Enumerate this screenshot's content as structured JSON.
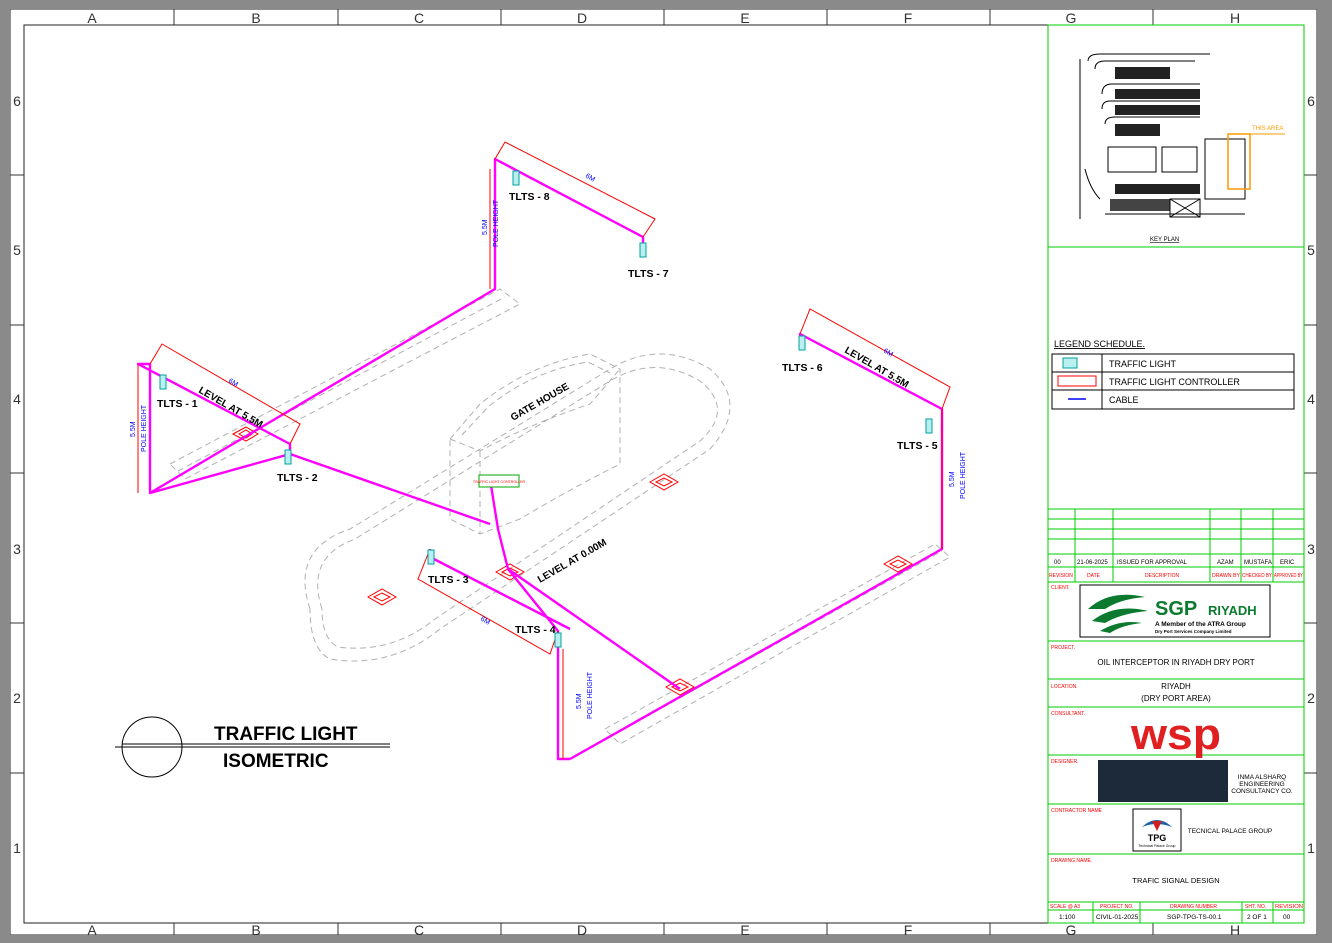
{
  "grid": {
    "columns": [
      "A",
      "B",
      "C",
      "D",
      "E",
      "F",
      "G",
      "H"
    ],
    "rows": [
      "6",
      "5",
      "4",
      "3",
      "2",
      "1"
    ]
  },
  "drawing": {
    "title_line1": "TRAFFIC LIGHT",
    "title_line2": "ISOMETRIC",
    "gate_house": "GATE HOUSE",
    "level_000": "LEVEL AT 0.00M",
    "level_55_a": "LEVEL AT 5.5M",
    "level_55_b": "LEVEL AT 5.5M",
    "controller": "TRAFFIC LIGHT CONTROLLER",
    "pole_labels": [
      "TLTS - 1",
      "TLTS - 2",
      "TLTS - 3",
      "TLTS - 4",
      "TLTS - 5",
      "TLTS - 6",
      "TLTS - 7",
      "TLTS - 8"
    ],
    "dim_6m": "6M",
    "dim_55": "5.5M",
    "pole_height": "POLE HEIGHT"
  },
  "key_plan": {
    "label": "KEY PLAN",
    "this_area": "THIS AREA"
  },
  "legend": {
    "title": "LEGEND SCHEDULE.",
    "items": [
      "TRAFFIC LIGHT",
      "TRAFFIC LIGHT CONTROLLER",
      "CABLE"
    ]
  },
  "revision": {
    "rev": "00",
    "date": "21-06-2025",
    "description": "ISSUED FOR APPROVAL",
    "drawn": "AZAM",
    "checked": "MUSTAFA",
    "approved": "ERIC",
    "headers": [
      "REVISION",
      "DATE",
      "DESCRIPTION",
      "DRAWN BY",
      "CHECKED BY",
      "APPROVED BY"
    ]
  },
  "client": {
    "label": "CLIENT.",
    "brand": "SGP",
    "brand_city": "RIYADH",
    "tagline1": "A Member of the ATRA Group",
    "tagline2": "Dry Port Services Company Limited"
  },
  "project": {
    "label": "PROJECT.",
    "value": "OIL INTERCEPTOR IN RIYADH DRY PORT"
  },
  "location": {
    "label": "LOCATION.",
    "line1": "RIYADH",
    "line2": "(DRY PORT AREA)"
  },
  "consultant": {
    "label": "CONSULTANT.",
    "logo": "wsp"
  },
  "designer": {
    "label": "DESIGNER.",
    "line1": "INMA ALSHARQ",
    "line2": "ENGINEERING",
    "line3": "CONSULTANCY CO."
  },
  "contractor": {
    "label": "CONTRACTOR NAME",
    "logo": "TPG",
    "logo_sub": "Technical Palace Group",
    "value": "TECNICAL PALACE GROUP"
  },
  "drawing_name": {
    "label": "DRAWING NAME.",
    "value": "TRAFIC SIGNAL DESIGN"
  },
  "footer": {
    "headers": [
      "SCALE @ A3",
      "PROJECT NO.",
      "DRAWING NUMBER",
      "SHT. NO.",
      "REVISION"
    ],
    "values": [
      "1:100",
      "CIVIL-01-2025",
      "SGP-TPG-TS-00.1",
      "2 OF 1",
      "00"
    ]
  },
  "colors": {
    "cable": "#ff00ff",
    "dim": "#ff0000",
    "grid_green": "#00cc00",
    "dash": "#b0b0b0",
    "blue": "#0000ff"
  }
}
